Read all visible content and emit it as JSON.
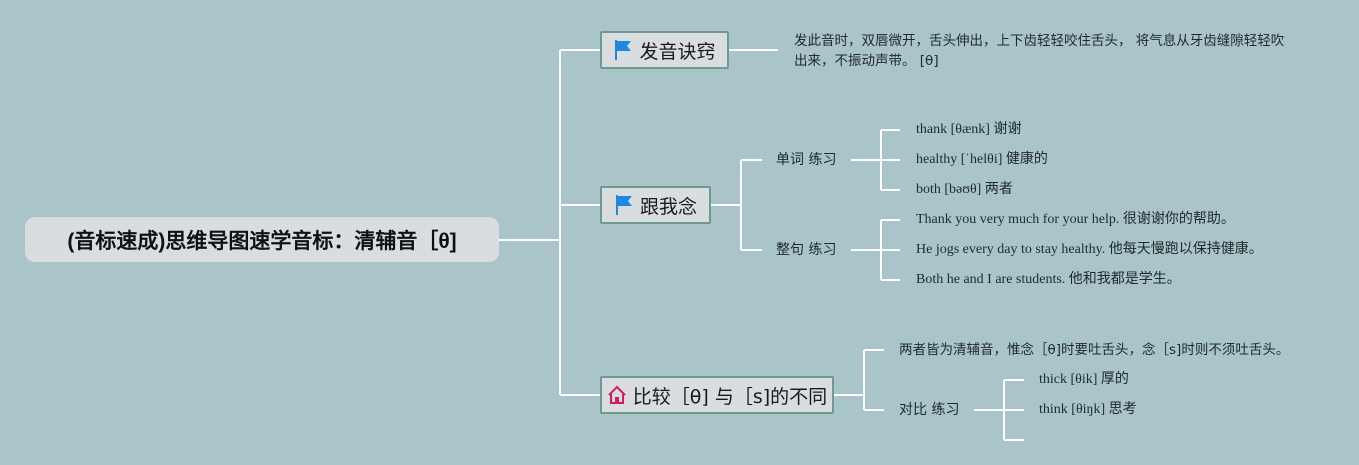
{
  "root": {
    "label": "(音标速成)思维导图速学音标：清辅音［θ]"
  },
  "branches": [
    {
      "label": "发音诀窍",
      "icon": "flag-icon",
      "color": "#1e88e5",
      "children": [
        {
          "text": "发此音时，双唇微开，舌头伸出，上下齿轻轻咬住舌头， 将气息从牙齿缝隙轻轻吹出来，不振动声带。  [θ]"
        }
      ]
    },
    {
      "label": "跟我念",
      "icon": "flag-icon",
      "color": "#1e88e5",
      "children": [
        {
          "label": "单词 练习",
          "items": [
            "thank [θænk] 谢谢",
            "healthy [ˈhelθi] 健康的",
            "both [bəʊθ] 两者"
          ]
        },
        {
          "label": "整句 练习",
          "items": [
            "Thank you very much for your help. 很谢谢你的帮助。",
            "He jogs every day to stay healthy. 他每天慢跑以保持健康。",
            "Both he and I are students. 他和我都是学生。"
          ]
        }
      ]
    },
    {
      "label": "比较［θ] 与［s]的不同",
      "icon": "home-icon",
      "color": "#d81b60",
      "children": [
        {
          "text": "两者皆为清辅音，惟念［θ]时要吐舌头，念［s]时则不须吐舌头。"
        },
        {
          "label": "对比 练习",
          "items": [
            "thick [θik] 厚的",
            "think [θiŋk] 思考"
          ]
        }
      ]
    }
  ]
}
